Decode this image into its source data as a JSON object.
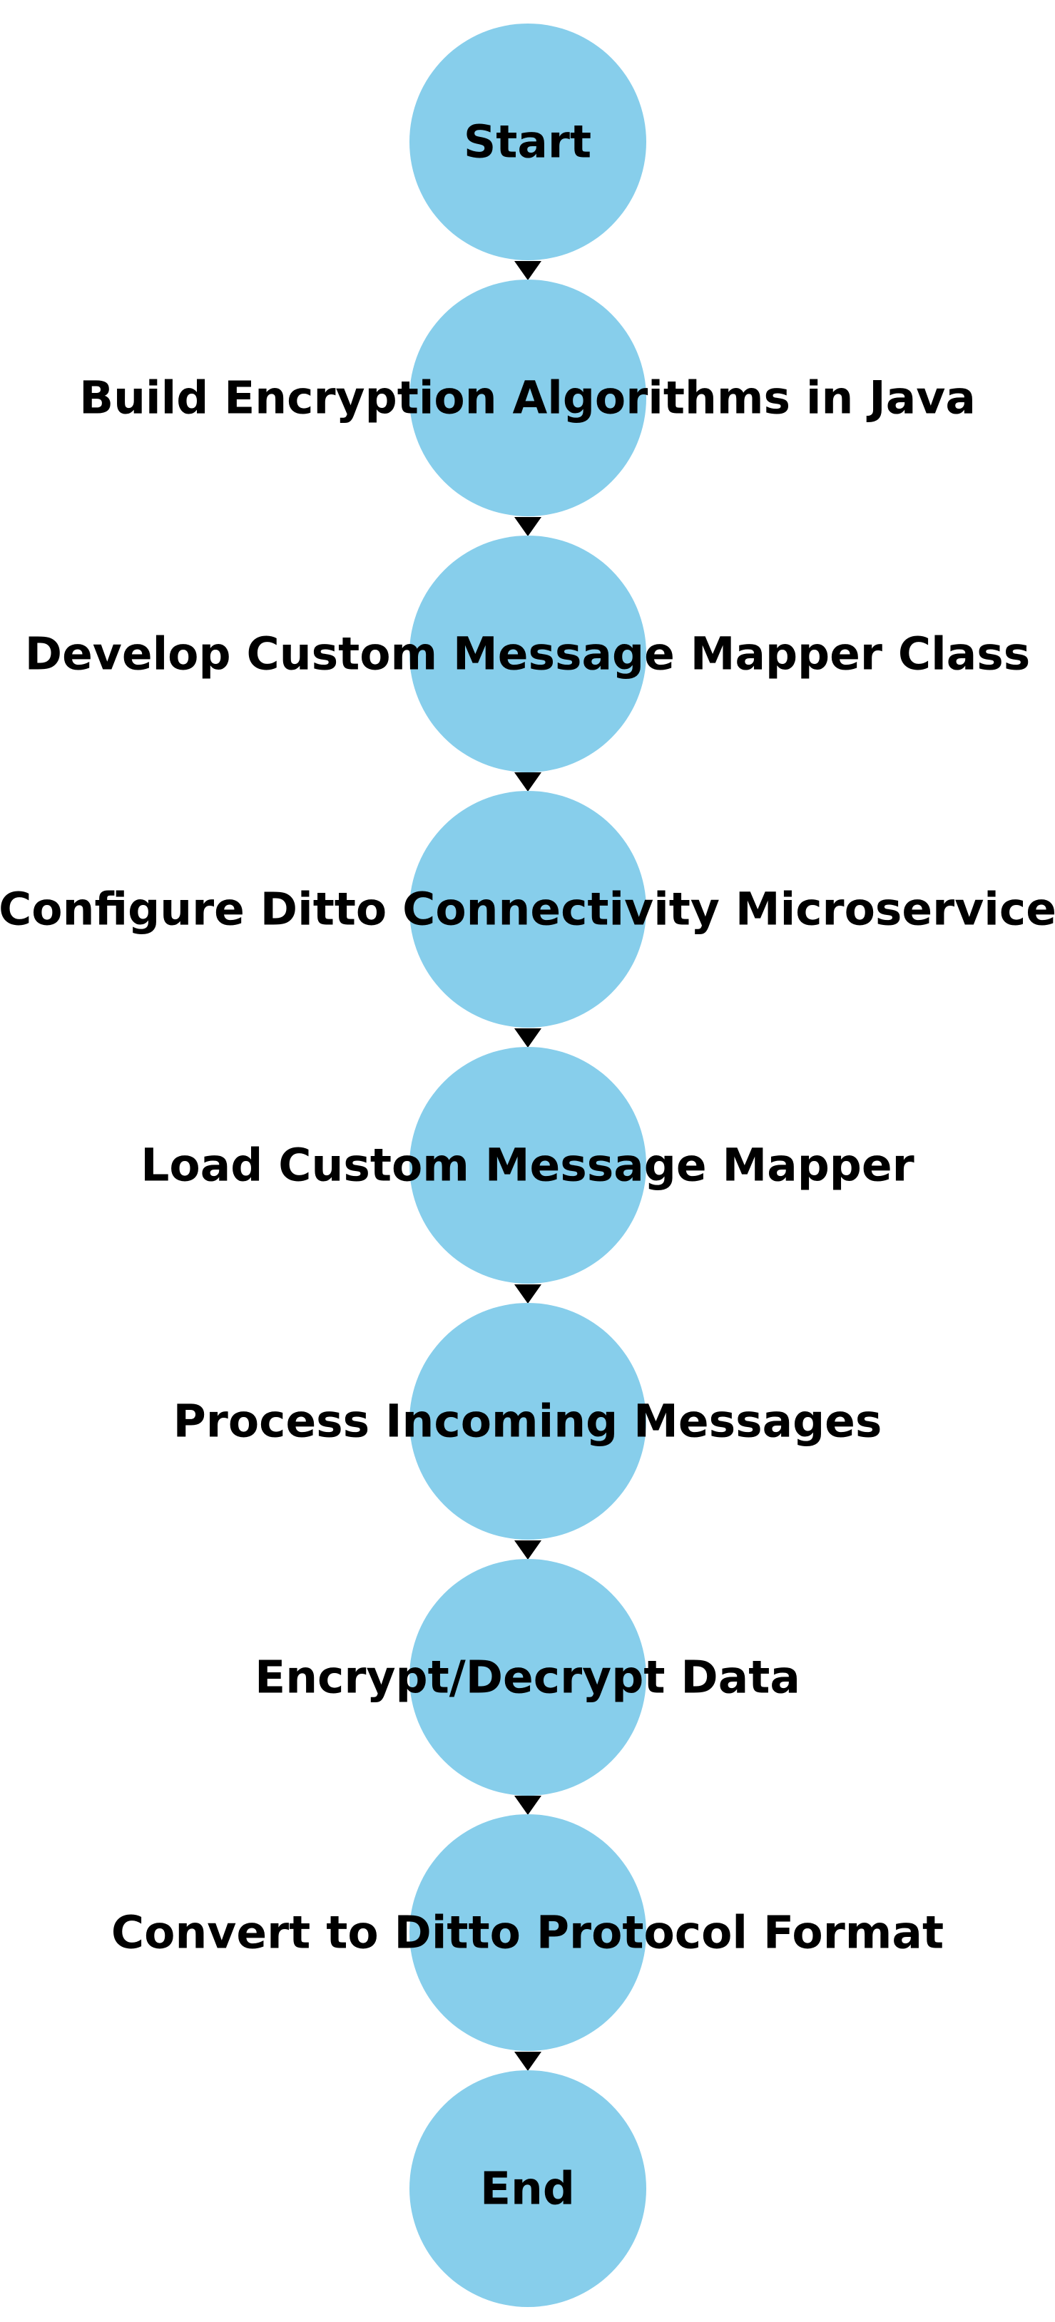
{
  "diagram": {
    "type": "flowchart",
    "direction": "top-to-bottom",
    "background_color": "#ffffff",
    "node_style": {
      "shape": "circle",
      "fill_color": "#87CEEB",
      "text_color": "#000000"
    },
    "arrow_style": {
      "color": "#000000",
      "glyph": "filled-triangle-down"
    },
    "nodes": [
      {
        "id": "start",
        "label": "Start"
      },
      {
        "id": "build-encryption-algorithms",
        "label": "Build Encryption Algorithms in Java"
      },
      {
        "id": "develop-custom-message-mapper",
        "label": "Develop Custom Message Mapper Class"
      },
      {
        "id": "configure-ditto-connectivity",
        "label": "Configure Ditto Connectivity Microservice"
      },
      {
        "id": "load-custom-message-mapper",
        "label": "Load Custom Message Mapper"
      },
      {
        "id": "process-incoming-messages",
        "label": "Process Incoming Messages"
      },
      {
        "id": "encrypt-decrypt-data",
        "label": "Encrypt/Decrypt Data"
      },
      {
        "id": "convert-to-ditto-protocol",
        "label": "Convert to Ditto Protocol Format"
      },
      {
        "id": "end",
        "label": "End"
      }
    ],
    "edges": [
      {
        "from": "start",
        "to": "build-encryption-algorithms"
      },
      {
        "from": "build-encryption-algorithms",
        "to": "develop-custom-message-mapper"
      },
      {
        "from": "develop-custom-message-mapper",
        "to": "configure-ditto-connectivity"
      },
      {
        "from": "configure-ditto-connectivity",
        "to": "load-custom-message-mapper"
      },
      {
        "from": "load-custom-message-mapper",
        "to": "process-incoming-messages"
      },
      {
        "from": "process-incoming-messages",
        "to": "encrypt-decrypt-data"
      },
      {
        "from": "encrypt-decrypt-data",
        "to": "convert-to-ditto-protocol"
      },
      {
        "from": "convert-to-ditto-protocol",
        "to": "end"
      }
    ]
  }
}
